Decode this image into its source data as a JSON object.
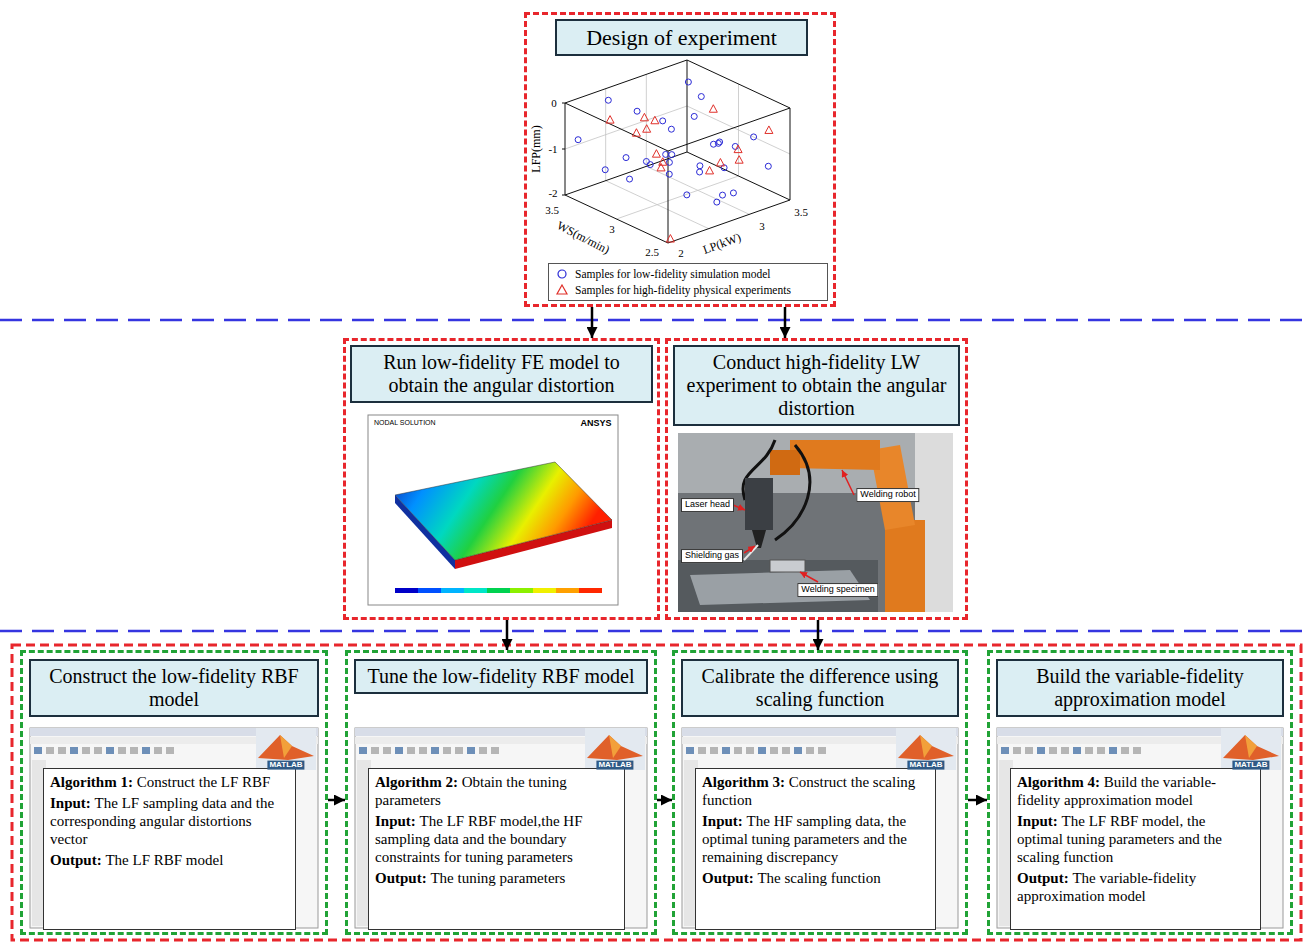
{
  "diagram": {
    "nodes": [
      {
        "text": [
          "Design of experiment"
        ]
      },
      {
        "text": [
          "Run low-fidelity FE model to obtain the angular distortion"
        ]
      },
      {
        "text": [
          "Conduct high-fidelity LW experiment to obtain the angular distortion"
        ]
      },
      {
        "text": [
          "Construct the low-fidelity RBF model",
          "Algorithm 1:",
          "Construct the LF RBF",
          "Input:",
          "The LF sampling data and the corresponding angular distortions vector",
          "Output:",
          "The LF RBF model"
        ]
      },
      {
        "text": [
          "Tune the low-fidelity RBF model",
          "Algorithm 2:",
          "Obtain the tuning parameters",
          "Input:",
          "The LF RBF model,the HF sampling data and the boundary constraints for tuning parameters",
          "Output:",
          "The tuning parameters"
        ]
      },
      {
        "text": [
          "Calibrate the difference using scaling function",
          "Algorithm 3:",
          "Construct the scaling function",
          "Input:",
          "The HF sampling data, the optimal tuning parameters and the remaining discrepancy",
          "Output:",
          "The scaling function"
        ]
      },
      {
        "text": [
          "Build the variable-fidelity approximation model",
          "Algorithm 4:",
          "Build the variable-fidelity approximation model",
          "Input:",
          "The LF RBF model, the optimal tuning parameters and the scaling function",
          "Output:",
          "The variable-fidelity approximation model"
        ]
      }
    ],
    "edges": [
      {
        "from": 0,
        "to": 1,
        "arrow": "to"
      },
      {
        "from": 0,
        "to": 2,
        "arrow": "to"
      },
      {
        "from": 1,
        "to": 4,
        "arrow": "to"
      },
      {
        "from": 2,
        "to": 5,
        "arrow": "to"
      },
      {
        "from": 3,
        "to": 4,
        "arrow": "to"
      },
      {
        "from": 4,
        "to": 5,
        "arrow": "to"
      },
      {
        "from": 5,
        "to": 6,
        "arrow": "to"
      }
    ],
    "labels": [
      "LFP(mm)",
      "0",
      "-1",
      "-2",
      "WS(m/min)",
      "3.5",
      "3",
      "2.5",
      "LP(kW)",
      "2",
      "3",
      "3.5",
      "ANSYS",
      "NODAL SOLUTION",
      "Laser head",
      "Welding robot",
      "Shielding gas",
      "Welding specimen",
      "MATLAB",
      "MATLAB",
      "MATLAB",
      "MATLAB"
    ],
    "legend": [
      {
        "text": "Samples for low-fidelity simulation model"
      },
      {
        "text": "Samples for high-fidelity physical experiments"
      }
    ]
  }
}
